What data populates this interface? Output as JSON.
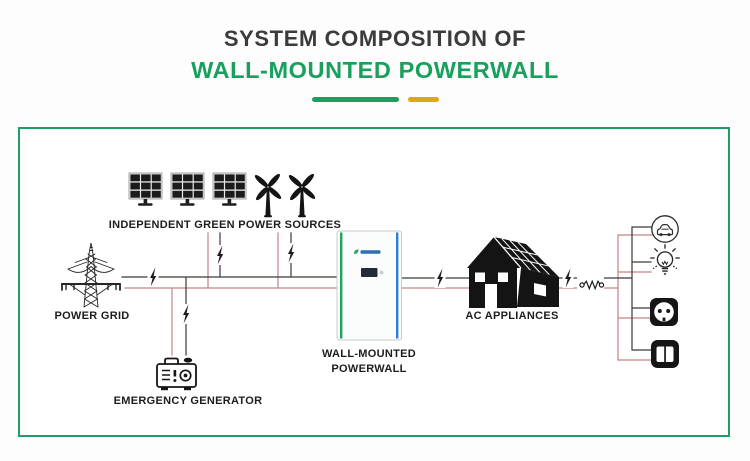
{
  "header": {
    "title_line1": "SYSTEM COMPOSITION OF",
    "title_line2": "WALL-MOUNTED POWERWALL"
  },
  "colors": {
    "title_dark": "#3B3B3B",
    "brand_green": "#18A05C",
    "accent_yellow": "#DFA61B",
    "panel_border_green": "#1E9D66",
    "wire_black": "#3A3A3A",
    "wire_red": "#C28385",
    "powerwall_stripe_green": "#1FA463",
    "powerwall_stripe_blue": "#2E7FD0"
  },
  "diagram": {
    "labels": {
      "green_sources": "INDEPENDENT GREEN POWER SOURCES",
      "power_grid": "POWER GRID",
      "emergency_generator": "EMERGENCY GENERATOR",
      "powerwall_line1": "WALL-MOUNTED",
      "powerwall_line2": "POWERWALL",
      "ac_appliances": "AC APPLIANCES"
    },
    "icons": [
      "solar-panel-icon",
      "wind-turbine-icon",
      "transmission-tower-icon",
      "emergency-generator-icon",
      "powerwall-unit",
      "house-icon",
      "ev-charger-icon",
      "light-bulb-icon",
      "outlet-icon",
      "switch-icon",
      "lightning-bolt-icon",
      "inductor-coil-icon"
    ]
  }
}
